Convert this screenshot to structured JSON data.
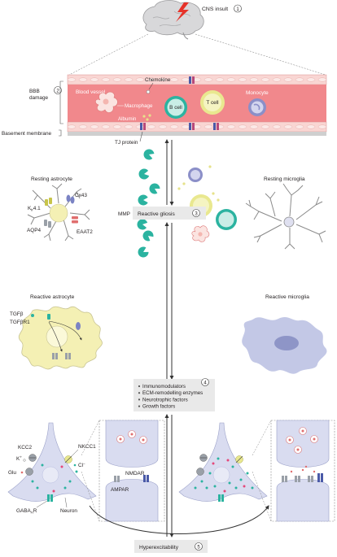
{
  "labels": {
    "cns_insult": "CNS insult",
    "bbb_damage_1": "BBB",
    "bbb_damage_2": "damage",
    "blood_vessel": "Blood vessel",
    "macrophage": "Macrophage",
    "chemokine": "Chemokine",
    "b_cell": "B cell",
    "t_cell": "T cell",
    "monocyte": "Monocyte",
    "albumin": "Albumin",
    "basement_membrane": "Basement membrane",
    "tj_protein": "TJ protein",
    "resting_astrocyte": "Resting astrocyte",
    "kir41": "K",
    "kir41_sub": "ir",
    "kir41_rest": "4.1",
    "cx43": "Cx43",
    "aqp4": "AQP4",
    "eaat2": "EAAT2",
    "mmp": "MMP",
    "resting_microglia": "Resting microglia",
    "reactive_gliosis": "Reactive gliosis",
    "reactive_astrocyte": "Reactive astrocyte",
    "tgfb": "TGFβ",
    "tgfbr1": "TGFβR1",
    "reactive_microglia": "Reactive microglia",
    "factors": [
      "Immunomodulators",
      "ECM-remodelling enzymes",
      "Neurotrophic factors",
      "Growth factors"
    ],
    "kcc2": "KCC2",
    "k_plus": "K",
    "k_plus_sup": "+",
    "nkcc1": "NKCC1",
    "glu": "Glu",
    "cl_minus": "Cl",
    "cl_minus_sup": "−",
    "gabaar": "GABA",
    "gabaar_sub": "A",
    "gabaar_rest": "R",
    "neuron": "Neuron",
    "nmdar": "NMDAR",
    "ampar": "AMPAR",
    "hyperexcitability": "Hyperexcitability"
  },
  "steps": [
    "1",
    "2",
    "3",
    "4",
    "5"
  ],
  "colors": {
    "vessel": "#f1888c",
    "vessel_wall": "#f9d6d3",
    "astrocyte_reactive": "#f4f0b4",
    "microglia_reactive": "#c3c8e6",
    "neuron": "#d9dcf0",
    "teal": "#2bb3a0",
    "label_box": "#e9e9e9"
  }
}
